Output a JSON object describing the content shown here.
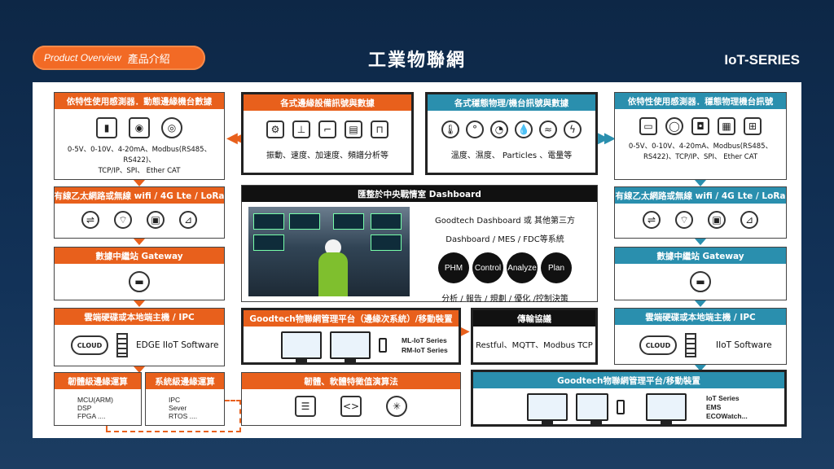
{
  "header": {
    "pill_en": "Product Overview",
    "pill_zh": "產品介紹",
    "title": "工業物聯網",
    "series": "IoT-SERIES"
  },
  "left": {
    "sensor_title": "依特性使用感測器．動態邊緣機台數據",
    "sensor_text1": "0-5V、0-10V、4-20mA、Modbus(RS485、RS422)、",
    "sensor_text2": "TCP/IP、SPI、 Ether CAT",
    "net_title": "有線乙太網路或無線 wifi / 4G Lte / LoRa",
    "gateway_title": "數據中繼站 Gateway",
    "cloud_title": "雲端硬碟或本地端主機 / IPC",
    "cloud_label": "CLOUD",
    "software": "EDGE IIoT Software",
    "fw_title": "韌體級邊緣運算",
    "fw_items": [
      "MCU(ARM)",
      "DSP",
      "FPGA ...."
    ],
    "sys_title": "系統級邊緣運算",
    "sys_items": [
      "IPC",
      "Sever",
      "RTOS ...."
    ]
  },
  "center": {
    "edge_title": "各式邊緣設備訊號與數據",
    "edge_text": "振動、速度、加速度、頻譜分析等",
    "env_title": "各式穩態物理/機台訊號與數據",
    "env_text": "溫度、濕度、 Particles 、電量等",
    "dash_title": "匯整於中央戰情室 Dashboard",
    "dash_line1": "Goodtech Dashboard 或 其他第三方",
    "dash_line2": "Dashboard / MES / FDC等系統",
    "buttons": [
      "PHM",
      "Control",
      "Analyze",
      "Plan"
    ],
    "dash_footer": "分析 / 報告 / 規劃 / 優化 /控制決策",
    "platform_title": "Goodtech物聯網管理平台（邊緣次系統）/移動裝置",
    "platform_items": [
      "ML-IoT Series",
      "RM-IoT Series"
    ],
    "proto_title": "傳輸協議",
    "proto_text": "Restful、MQTT、Modbus TCP",
    "algo_title": "韌體、軟體特徵值演算法"
  },
  "right": {
    "sensor_title": "依特性使用感測器．穩態物理機台訊號",
    "sensor_text1": "0-5V、0-10V、4-20mA、Modbus(RS485、",
    "sensor_text2": "RS422)、TCP/IP、SPI、 Ether CAT",
    "net_title": "有線乙太網路或無線 wifi / 4G Lte / LoRa",
    "gateway_title": "數據中繼站 Gateway",
    "cloud_title": "雲端硬碟或本地端主機 / IPC",
    "cloud_label": "CLOUD",
    "software": "IIoT Software",
    "platform_title": "Goodtech物聯網管理平台/移動裝置",
    "platform_items": [
      "IoT Series",
      "EMS",
      "ECOWatch..."
    ]
  },
  "colors": {
    "orange": "#e8601c",
    "teal": "#2a8fae",
    "dark": "#111111"
  }
}
